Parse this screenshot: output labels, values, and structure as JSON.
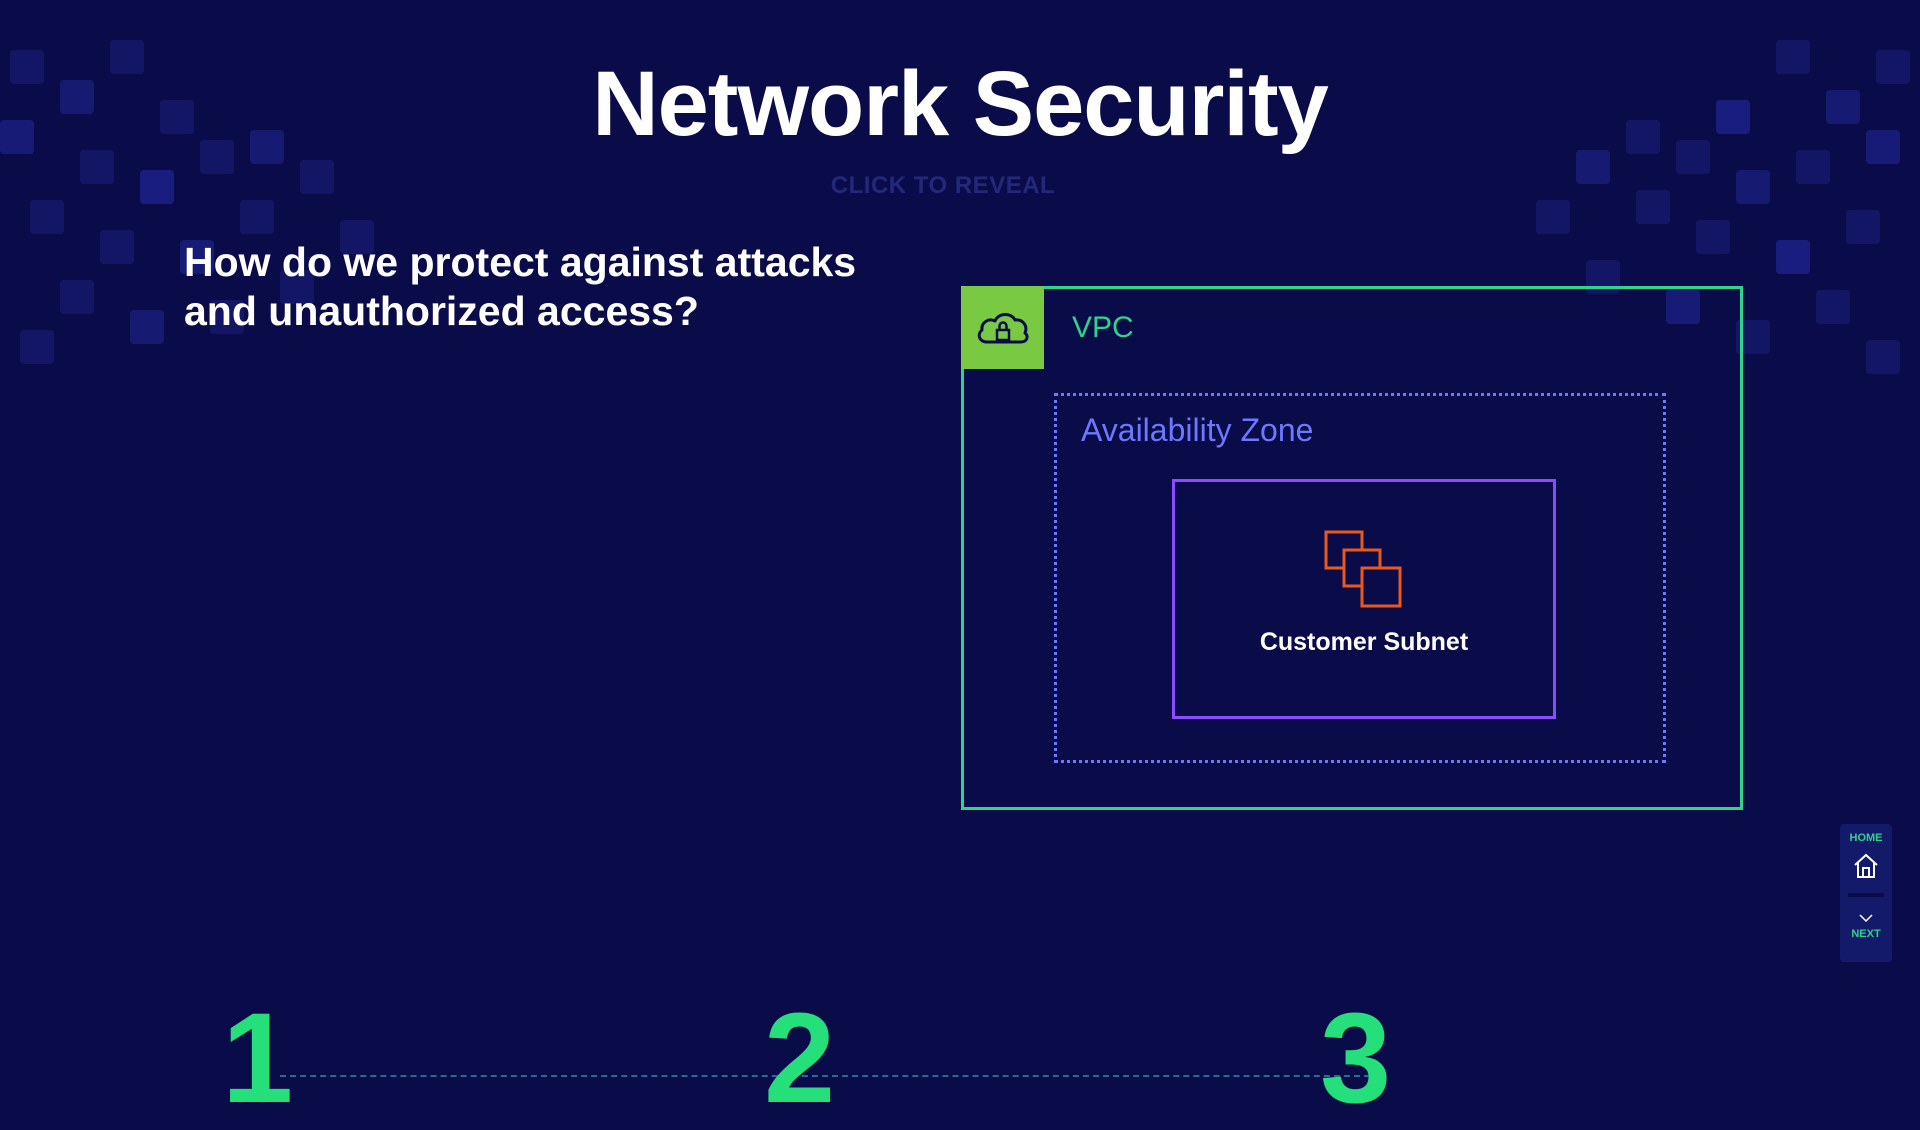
{
  "title": "Network Security",
  "reveal_label": "CLICK TO REVEAL",
  "question": "How do we protect against attacks and unauthorized access?",
  "diagram": {
    "vpc": {
      "label": "VPC",
      "icon": "cloud-lock-icon",
      "color": "#2fd38a",
      "icon_bg": "#7ac943"
    },
    "availability_zone": {
      "label": "Availability Zone",
      "color": "#6d78ff"
    },
    "subnet": {
      "label": "Customer Subnet",
      "icon": "subnet-instances-icon",
      "border_color": "#8a4cff",
      "icon_color": "#e8581f"
    }
  },
  "nav": {
    "home_label": "HOME",
    "next_label": "NEXT",
    "home_icon": "home-icon",
    "next_icon": "chevron-down-icon"
  },
  "steps": [
    "1",
    "2",
    "3"
  ],
  "colors": {
    "background": "#0a0c4a",
    "accent": "#25e07a"
  }
}
